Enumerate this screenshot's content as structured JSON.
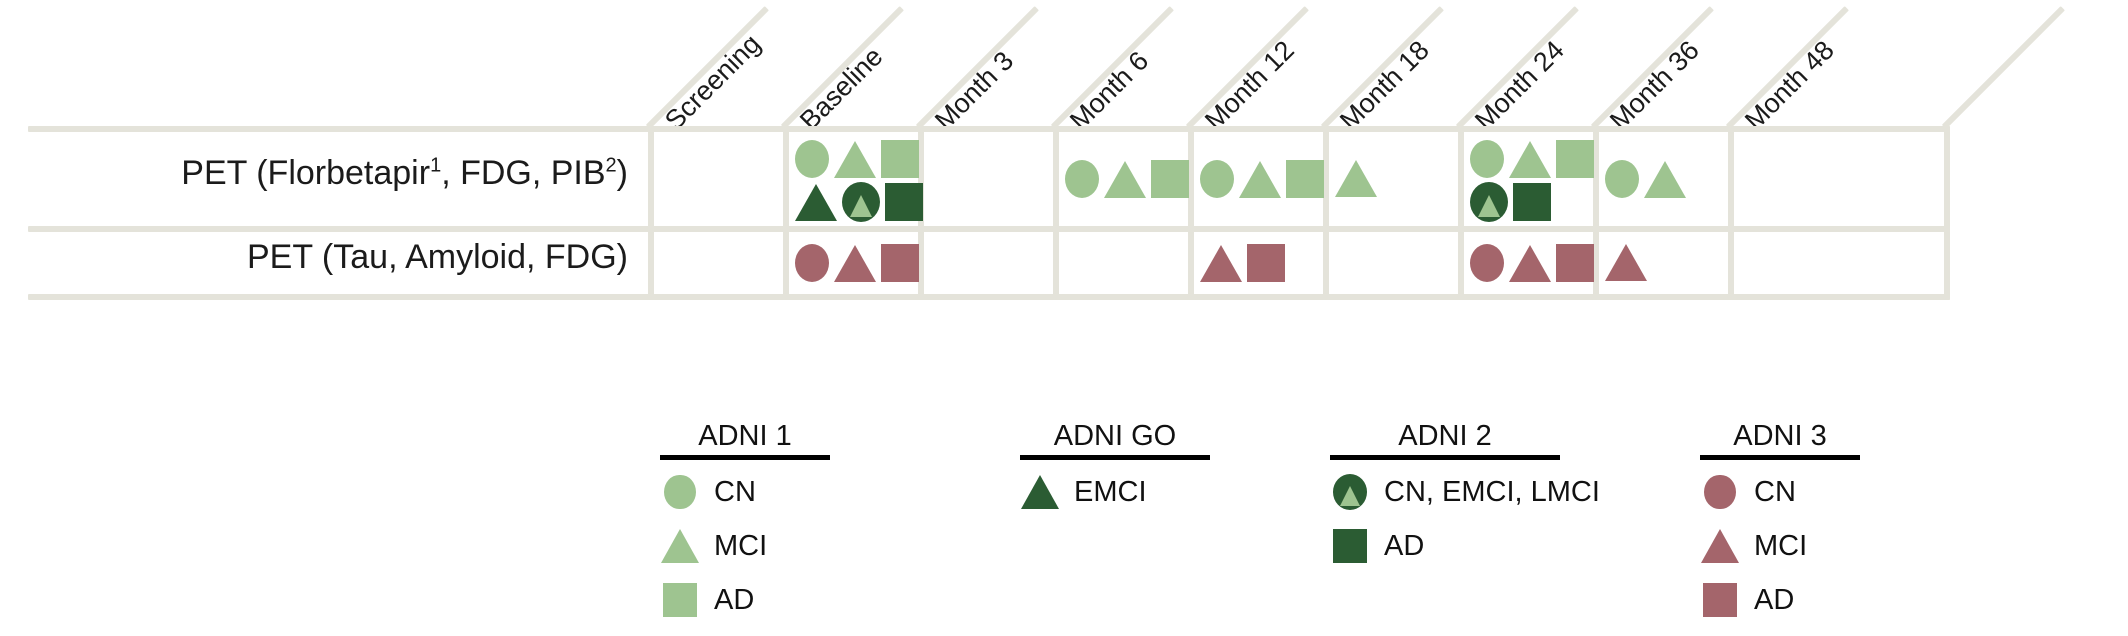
{
  "colors": {
    "light_green": "#9ec490",
    "dark_green": "#2b5c33",
    "mauve": "#a4656b",
    "grid": "#e4e3da",
    "text": "#1b1b1b"
  },
  "table": {
    "columns": [
      {
        "label": "Screening"
      },
      {
        "label": "Baseline"
      },
      {
        "label": "Month 3"
      },
      {
        "label": "Month 6"
      },
      {
        "label": "Month 12"
      },
      {
        "label": "Month 18"
      },
      {
        "label": "Month 24"
      },
      {
        "label": "Month 36"
      },
      {
        "label": "Month 48"
      }
    ],
    "rows": [
      {
        "label_html": "PET (Florbetapir<sup>1</sup>, FDG, PIB<sup>2</sup>)",
        "label_text": "PET (Florbetapir1, FDG, PIB2)",
        "cells": [
          {
            "top": [],
            "bottom": []
          },
          {
            "top": [
              "circle-light",
              "tri-light",
              "square-light"
            ],
            "bottom": [
              "tri-dark",
              "combo",
              "square-dark"
            ]
          },
          {
            "top": [],
            "bottom": []
          },
          {
            "top": [
              "circle-light",
              "tri-light",
              "square-light"
            ],
            "bottom": []
          },
          {
            "top": [
              "circle-light",
              "tri-light",
              "square-light"
            ],
            "bottom": []
          },
          {
            "top": [
              "tri-light"
            ],
            "bottom": []
          },
          {
            "top": [
              "circle-light",
              "tri-light",
              "square-light"
            ],
            "bottom": [
              "combo",
              "square-dark"
            ]
          },
          {
            "top": [
              "circle-light",
              "tri-light"
            ],
            "bottom": []
          },
          {
            "top": [],
            "bottom": []
          }
        ]
      },
      {
        "label_html": "PET (Tau, Amyloid, FDG)",
        "label_text": "PET (Tau, Amyloid, FDG)",
        "cells": [
          {
            "top": [],
            "bottom": []
          },
          {
            "top": [
              "circle-mauve",
              "tri-mauve",
              "square-mauve"
            ],
            "bottom": []
          },
          {
            "top": [],
            "bottom": []
          },
          {
            "top": [],
            "bottom": []
          },
          {
            "top": [
              "tri-mauve",
              "square-mauve"
            ],
            "bottom": []
          },
          {
            "top": [],
            "bottom": []
          },
          {
            "top": [
              "circle-mauve",
              "tri-mauve",
              "square-mauve"
            ],
            "bottom": []
          },
          {
            "top": [
              "tri-mauve"
            ],
            "bottom": []
          },
          {
            "top": [],
            "bottom": []
          },
          {
            "top": [
              "circle-mauve",
              "tri-mauve",
              "square-mauve"
            ],
            "bottom": []
          }
        ]
      }
    ]
  },
  "legend": {
    "groups": [
      {
        "title": "ADNI 1",
        "items": [
          {
            "sym": "circle-light",
            "label": "CN"
          },
          {
            "sym": "tri-light",
            "label": "MCI"
          },
          {
            "sym": "square-light",
            "label": "AD"
          }
        ]
      },
      {
        "title": "ADNI GO",
        "items": [
          {
            "sym": "tri-dark",
            "label": "EMCI"
          }
        ]
      },
      {
        "title": "ADNI 2",
        "items": [
          {
            "sym": "combo",
            "label": "CN, EMCI, LMCI"
          },
          {
            "sym": "square-dark",
            "label": "AD"
          }
        ]
      },
      {
        "title": "ADNI 3",
        "items": [
          {
            "sym": "circle-mauve",
            "label": "CN"
          },
          {
            "sym": "tri-mauve",
            "label": "MCI"
          },
          {
            "sym": "square-mauve",
            "label": "AD"
          }
        ]
      }
    ]
  }
}
